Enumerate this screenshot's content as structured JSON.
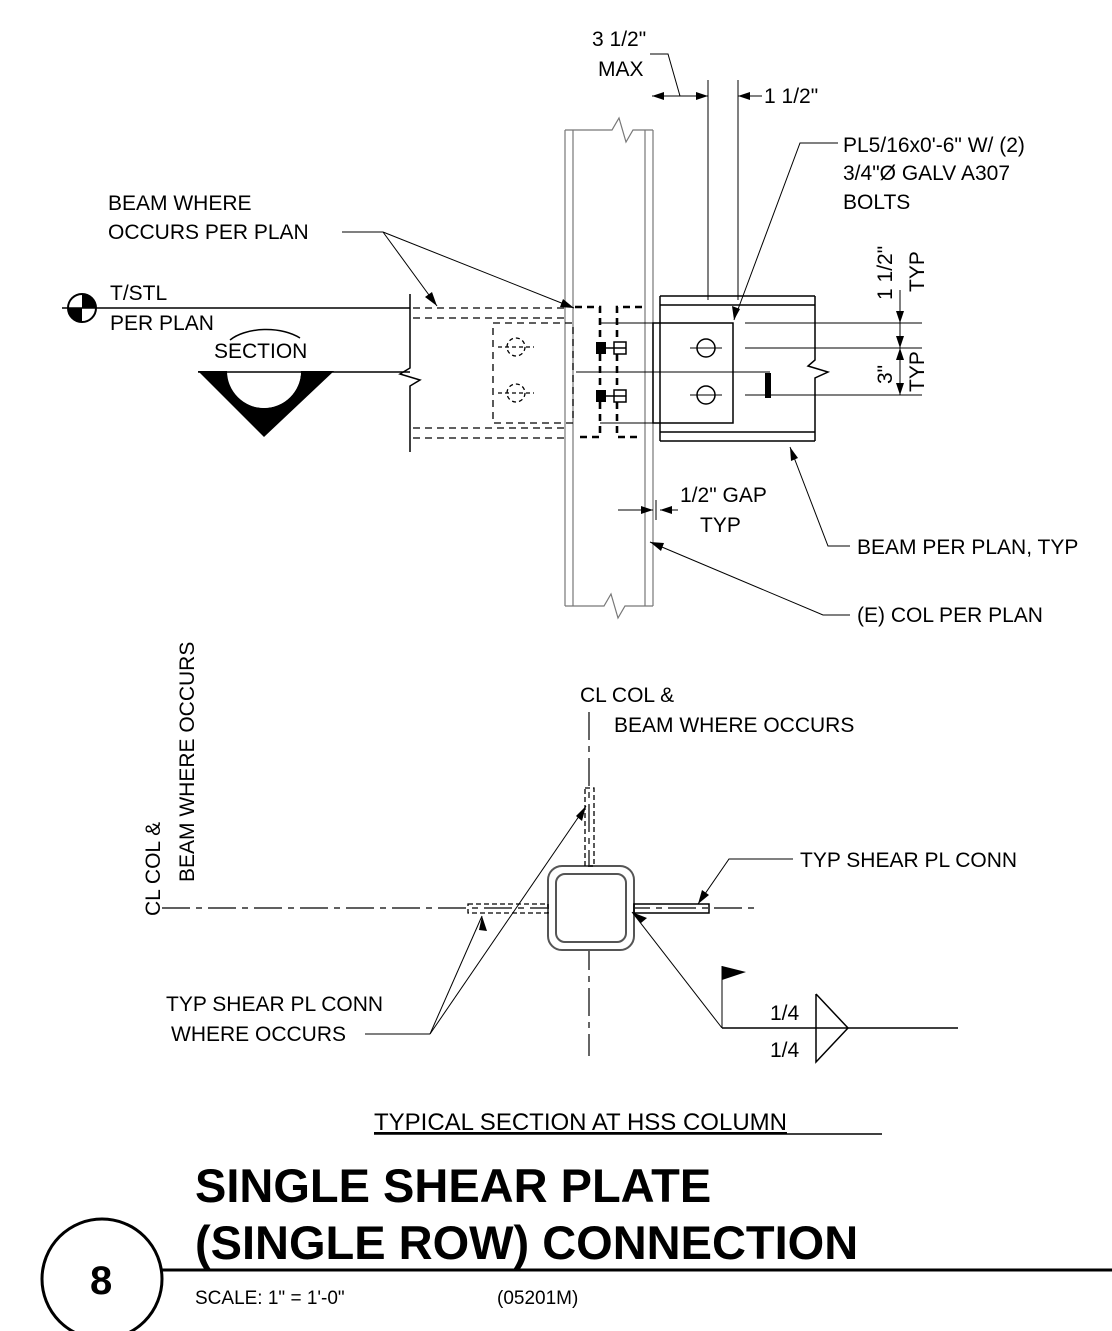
{
  "elevation": {
    "dim_max_value": "3 1/2\"",
    "dim_max_word": "MAX",
    "dim_1_5": "1 1/2\"",
    "plate_note": [
      "PL5/16x0'-6\" W/ (2)",
      "3/4\"Ø GALV A307",
      "BOLTS"
    ],
    "beam_where_occurs": [
      "BEAM WHERE",
      "OCCURS PER PLAN"
    ],
    "tstl": [
      "T/STL",
      "PER PLAN"
    ],
    "section_cut": "SECTION",
    "edge_dim": [
      "1 1/2\"",
      "TYP"
    ],
    "spacing_dim": [
      "3\"",
      "TYP"
    ],
    "gap_note": [
      "1/2\" GAP",
      "TYP"
    ],
    "beam_per_plan": "BEAM PER PLAN, TYP",
    "col_per_plan": "(E) COL PER PLAN"
  },
  "plan": {
    "cl_vertical": [
      "CL COL &",
      "BEAM WHERE OCCURS"
    ],
    "cl_horizontal": [
      "CL COL &",
      "BEAM WHERE OCCURS"
    ],
    "typ_shear": "TYP SHEAR PL CONN",
    "typ_shear_where": [
      "TYP SHEAR PL CONN",
      "WHERE OCCURS"
    ],
    "weld_top": "1/4",
    "weld_bottom": "1/4",
    "section_title": "TYPICAL SECTION AT HSS COLUMN"
  },
  "title_block": {
    "detail_number": "8",
    "title_line1": "SINGLE SHEAR PLATE",
    "title_line2": "(SINGLE ROW) CONNECTION",
    "scale": "SCALE:  1\" = 1'-0\"",
    "code": "(05201M)"
  }
}
